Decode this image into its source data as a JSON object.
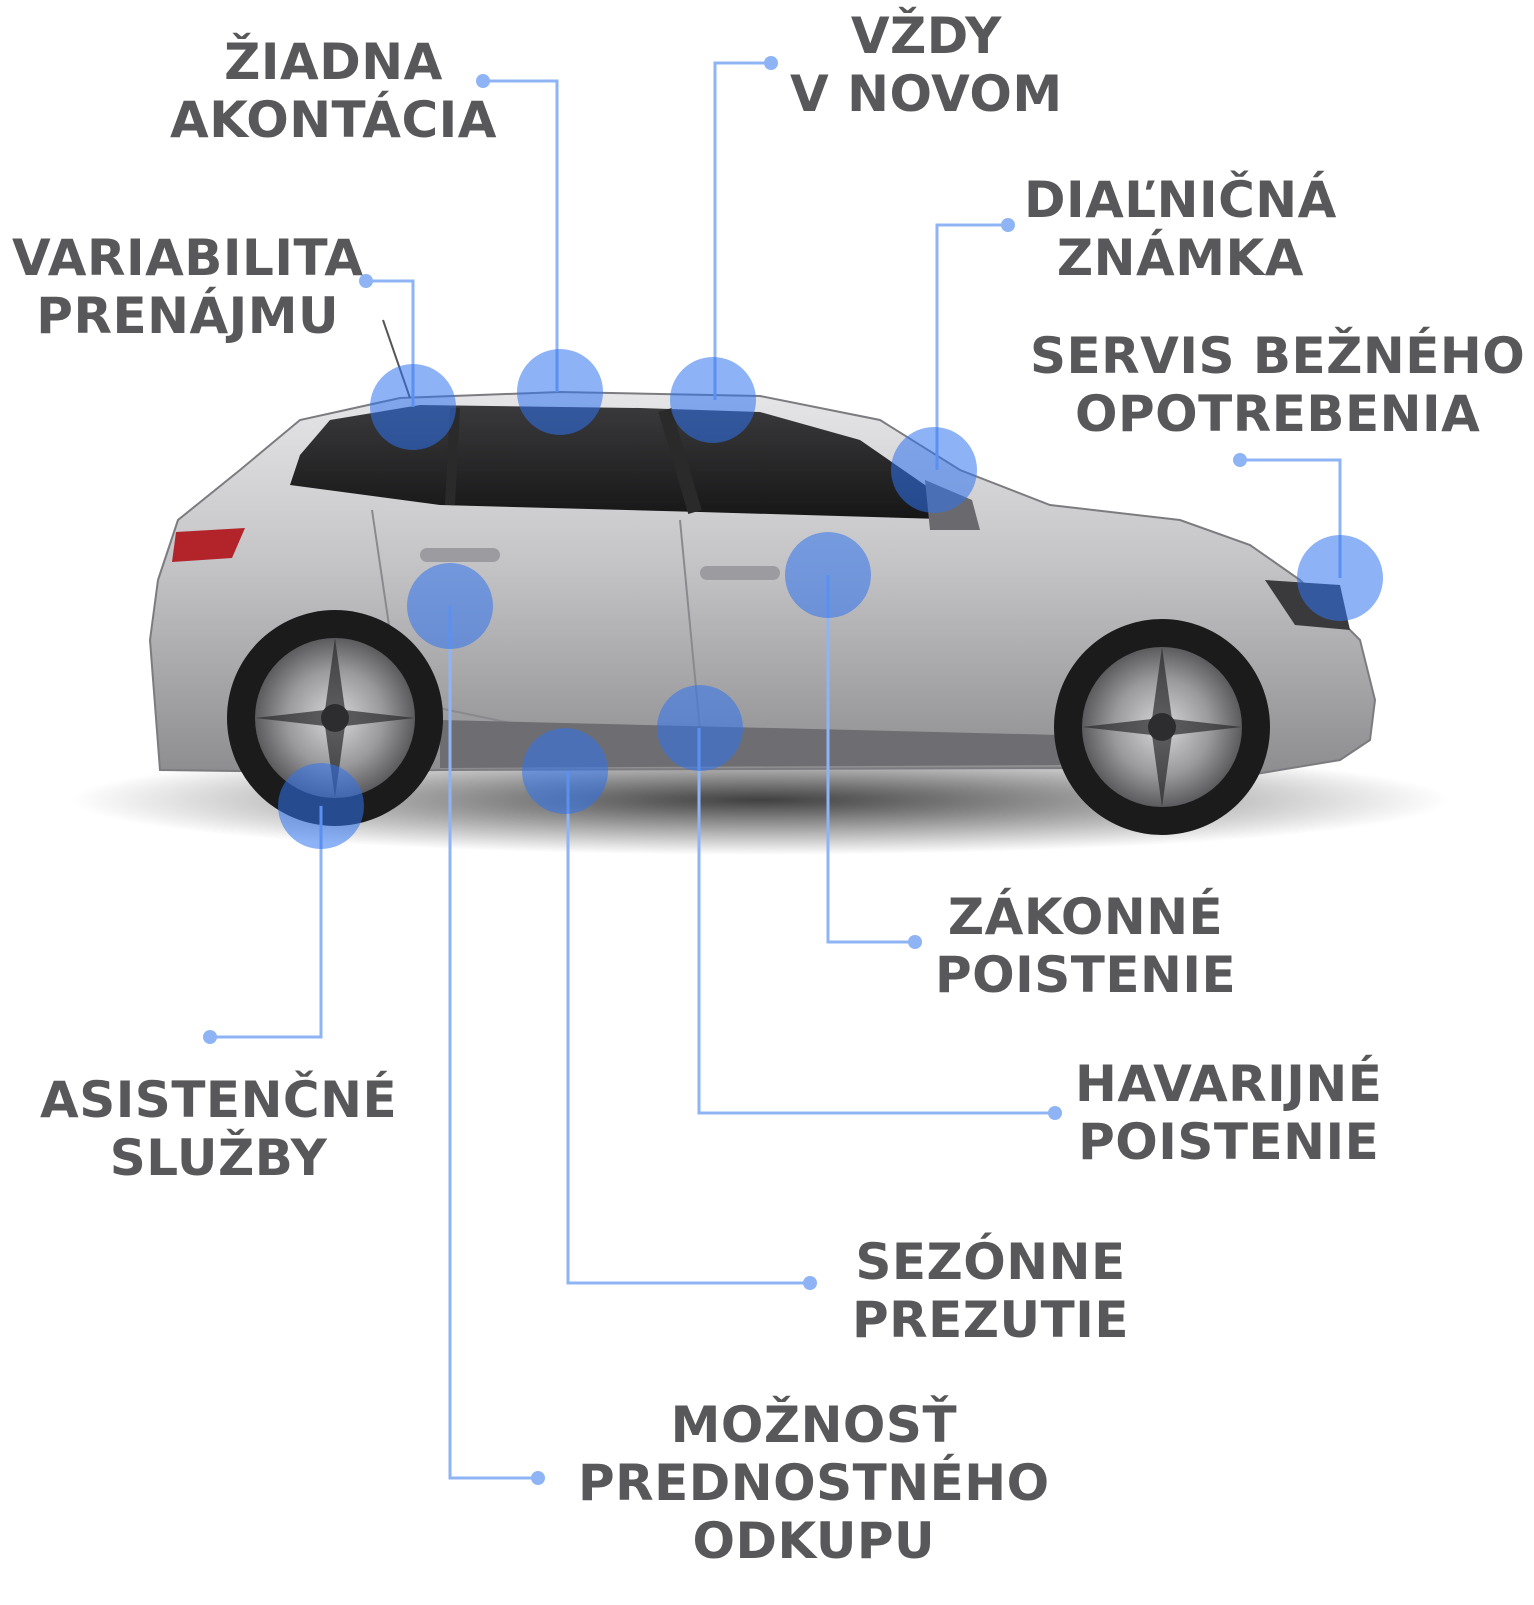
{
  "colors": {
    "accent": "#2f72ee",
    "connector": "#8fb4f5",
    "label_text": "#58585a",
    "car_body": "#b9b9bb"
  },
  "features": [
    {
      "id": "ziadna-akontacia",
      "lines": [
        "ŽIADNA",
        "AKONTÁCIA"
      ]
    },
    {
      "id": "vzdy-v-novom",
      "lines": [
        "VŽDY",
        "V NOVOM"
      ]
    },
    {
      "id": "dialnicna-znamka",
      "lines": [
        "DIAĽNIČNÁ",
        "ZNÁMKA"
      ]
    },
    {
      "id": "variabilita-prenajmu",
      "lines": [
        "VARIABILITA",
        "PRENÁJMU"
      ]
    },
    {
      "id": "servis-bezneho-opotrebenia",
      "lines": [
        "SERVIS BEŽNÉHO",
        "OPOTREBENIA"
      ]
    },
    {
      "id": "zakonne-poistenie",
      "lines": [
        "ZÁKONNÉ",
        "POISTENIE"
      ]
    },
    {
      "id": "havarijne-poistenie",
      "lines": [
        "HAVARIJNÉ",
        "POISTENIE"
      ]
    },
    {
      "id": "asistencne-sluzby",
      "lines": [
        "ASISTENČNÉ",
        "SLUŽBY"
      ]
    },
    {
      "id": "sezonne-prezutie",
      "lines": [
        "SEZÓNNE",
        "PREZUTIE"
      ]
    },
    {
      "id": "moznost-prednostneho-odkupu",
      "lines": [
        "MOŽNOSŤ",
        "PREDNOSTNÉHO",
        "ODKUPU"
      ]
    }
  ]
}
